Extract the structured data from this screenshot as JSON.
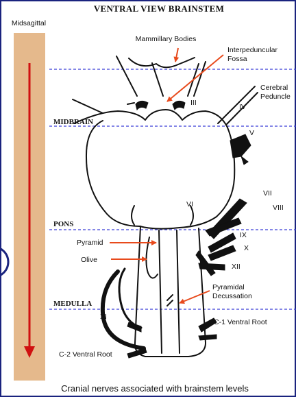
{
  "title": "VENTRAL VIEW BRAINSTEM",
  "side_label": "Midsagittal",
  "levels": [
    "MIDBRAIN",
    "PONS",
    "MEDULLA"
  ],
  "labels": {
    "mammillary": "Mammillary Bodies",
    "interpeduncular_1": "Interpeduncular",
    "interpeduncular_2": "Fossa",
    "cerebral_1": "Cerebral",
    "cerebral_2": "Peduncle",
    "pyramid": "Pyramid",
    "olive": "Olive",
    "pyramidal_1": "Pyramidal",
    "pyramidal_2": "Decussation",
    "c1": "C-1 Ventral Root",
    "c2": "C-2 Ventral Root"
  },
  "nerves": {
    "III": "III",
    "IV": "IV",
    "V": "V",
    "VI": "VI",
    "VII": "VII",
    "VIII": "VIII",
    "IX": "IX",
    "X": "X",
    "XI": "XI",
    "XII": "XII"
  },
  "caption": "Cranial nerves associated with brainstem levels",
  "colors": {
    "bar": "#e5b98c",
    "arrow": "#e84a1c",
    "dashed_line": "#3b3fd6",
    "border": "#1a237e",
    "axis_arrow": "#d01010"
  }
}
